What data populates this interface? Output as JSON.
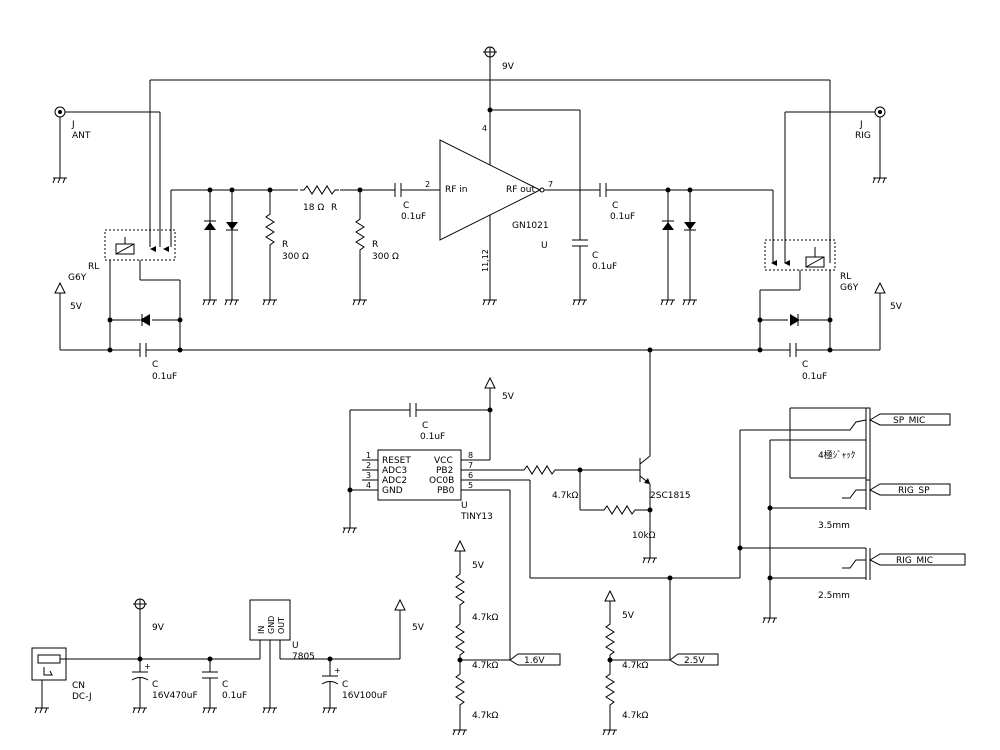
{
  "top": {
    "ant_j": "J",
    "ant_name": "ANT",
    "rig_j": "J",
    "rig_name": "RIG",
    "v9": "9V",
    "rl": "RL",
    "g6y": "G6Y",
    "v5": "5V",
    "cap": "C",
    "cap_val": "0.1uF",
    "res": "R",
    "r18": "18 Ω",
    "r300": "300 Ω",
    "pin2": "2",
    "pin4": "4",
    "pin7": "7",
    "pin1112": "11,12",
    "rf_in": "RF in",
    "rf_out": "RF out",
    "amp": "GN1021",
    "u": "U"
  },
  "mcu": {
    "v5": "5V",
    "cap": "C",
    "cap_val": "0.1uF",
    "pins_left": [
      "1",
      "2",
      "3",
      "4"
    ],
    "names_left": [
      "RESET",
      "ADC3",
      "ADC2",
      "GND"
    ],
    "pins_right": [
      "8",
      "7",
      "6",
      "5"
    ],
    "names_right": [
      "VCC",
      "PB2",
      "OC0B",
      "PB0"
    ],
    "u": "U",
    "name": "TINY13",
    "r47": "4.7kΩ",
    "r10": "10kΩ",
    "transistor": "2SC1815"
  },
  "jacks": {
    "sp_mic": "SP_MIC",
    "rig_sp": "RIG_SP",
    "rig_mic": "RIG_MIC",
    "jack_note": "4極ｼﾞｬｯｸ",
    "size1": "3.5mm",
    "size2": "2.5mm"
  },
  "divider": {
    "v5": "5V",
    "r1": "4.7kΩ",
    "r2": "4.7kΩ",
    "r3": "4.7kΩ",
    "v16": "1.6V",
    "v5b": "5V",
    "r4": "4.7kΩ",
    "r5": "4.7kΩ",
    "v25": "2.5V"
  },
  "power": {
    "v9": "9V",
    "cn": "CN",
    "dcj": "DC-J",
    "c1": "C",
    "c1_val": "16V470uF",
    "c2": "C",
    "c2_val": "0.1uF",
    "u": "U",
    "reg": "7805",
    "v5": "5V",
    "c3": "C",
    "c3_val": "16V100uF",
    "pin_in": "IN",
    "pin_gnd": "GND",
    "pin_out": "OUT"
  }
}
